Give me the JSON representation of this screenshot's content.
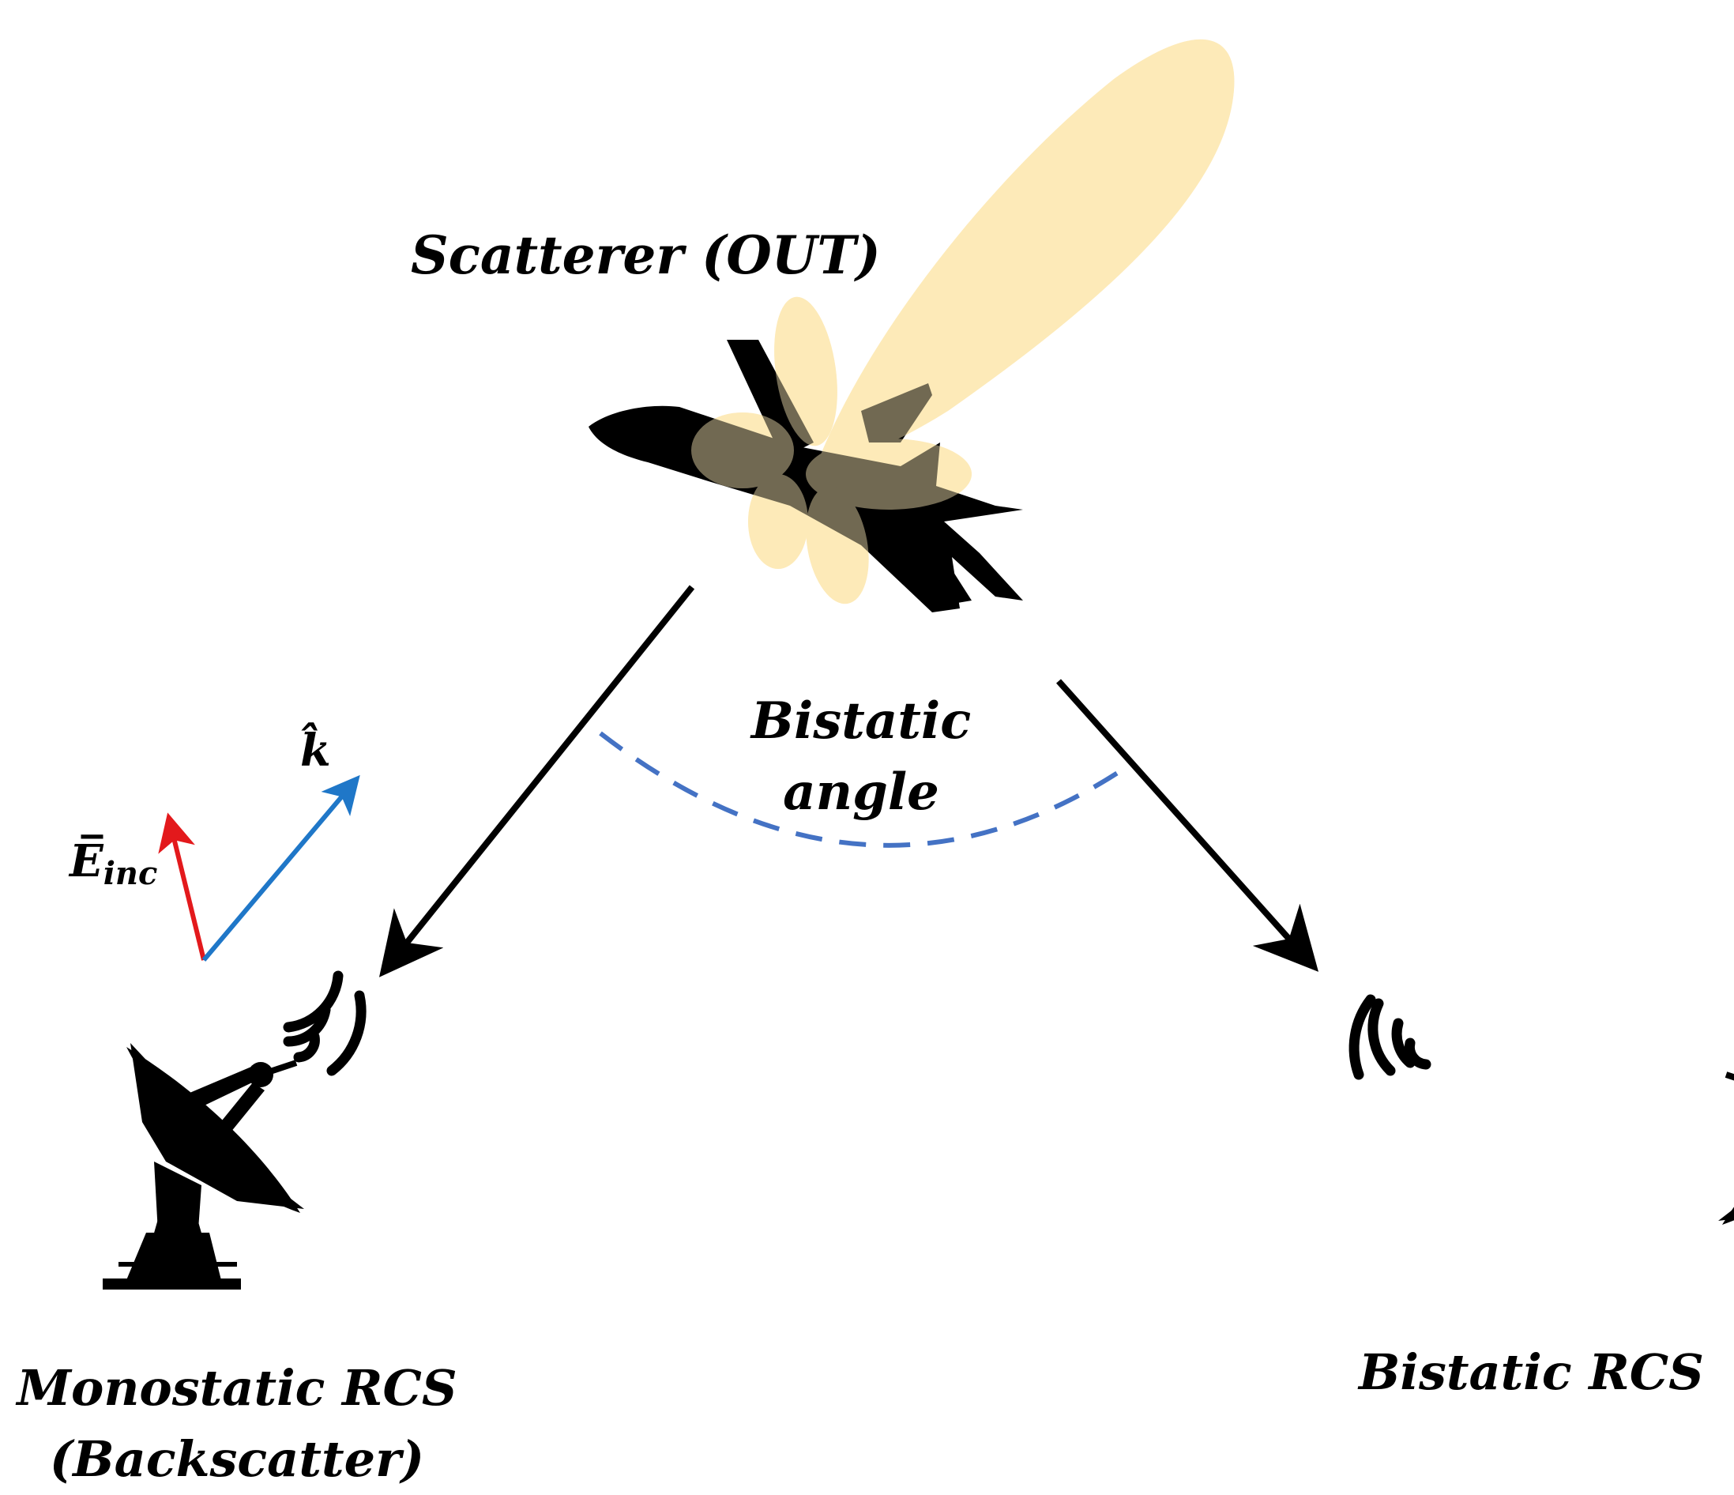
{
  "labels": {
    "scatterer": "Scatterer (OUT)",
    "bistatic_angle_line1": "Bistatic",
    "bistatic_angle_line2": "angle",
    "monostatic_line1": "Monostatic RCS",
    "monostatic_line2": "(Backscatter)",
    "bistatic_rcs": "Bistatic RCS",
    "k_vector": "k̂",
    "e_field_main": "E̅",
    "e_field_sub": "inc"
  },
  "colors": {
    "scatter_lobe": "#fdeab8",
    "scatter_lobe_overlap": "#7a6230",
    "aircraft": "#000000",
    "arrow": "#000000",
    "angle_arc": "#4472c4",
    "e_vector": "#e3191c",
    "k_vector": "#1f77c8"
  },
  "icons": {
    "aircraft": "fighter-jet-icon",
    "monostatic_antenna": "radar-dish-icon",
    "bistatic_antenna": "radar-dish-icon",
    "signal_waves": "wireless-signal-icon"
  }
}
